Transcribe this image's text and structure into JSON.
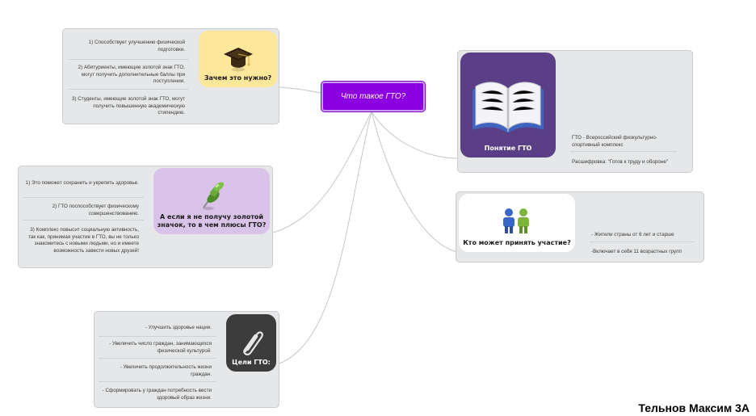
{
  "central": {
    "title": "Что такое ГТО?"
  },
  "nodes": {
    "why": {
      "title": "Зачем это нужно?",
      "items": [
        "1) Способствует улучшению физической подготовки.",
        "2) Абитуриенты, имеющие золотой знак ГТО, могут получить дополнительные баллы при поступлении.",
        "3) Студенты, имеющие золотой знак ГТО, могут получить повышенную академическую стипендию."
      ]
    },
    "pluses": {
      "title": "А если я не получу золотой значок, то в чем плюсы ГТО?",
      "items": [
        "1) Это поможет сохранить и укрепить здоровье.",
        "2) ГТО поспособствует физическому совершенствованию.",
        "3) Комплекс повысит социальную активность, так как, принимая участие в ГТО, вы не только знакомитесь с новыми людьми, но и имеете возможность завести новых друзей!"
      ]
    },
    "goals": {
      "title": "Цели ГТО:",
      "items": [
        "- Улучшить здоровье нации.",
        "- Увеличить число граждан, занимающихся физической культурой.",
        "- Увеличить продолжительность жизни граждан.",
        "- Сформировать у граждан потребность вести здоровый образ жизни."
      ]
    },
    "concept": {
      "title": "Понятие ГТО",
      "items": [
        "ГТО - Всероссийский физкультурно-спортивный комплекс",
        "Расшифровка: \"Готов к труду и обороне\""
      ]
    },
    "who": {
      "title": "Кто может принять участие?",
      "items": [
        "- Жители страны от 6 лет и старше",
        "-Включает в себя 11 возрастных групп"
      ]
    }
  },
  "icons": {
    "why": "graduation-cap-icon",
    "pluses": "pushpin-icon",
    "goals": "paperclip-icon",
    "concept": "open-book-icon",
    "who": "people-icon"
  },
  "colors": {
    "central_bg": "#8a00e0",
    "why_bg": "#fde79a",
    "pluses_bg": "#d9c3e8",
    "goals_bg": "#3c3c3c",
    "concept_bg": "#5a3f86",
    "who_bg": "#ffffff",
    "group_bg": "#e6e7e8",
    "link": "#c4c7cb"
  },
  "author": "Тельнов Максим 3А"
}
